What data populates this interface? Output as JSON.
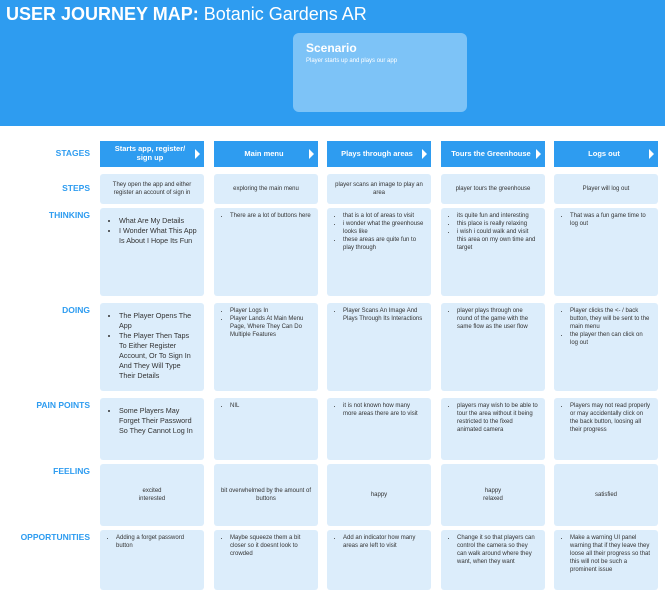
{
  "header": {
    "title_bold": "USER JOURNEY MAP:",
    "title_rest": " Botanic Gardens AR",
    "scenario_heading": "Scenario",
    "scenario_text": "Player starts up and plays our app"
  },
  "row_labels": [
    "STAGES",
    "STEPS",
    "THINKING",
    "DOING",
    "PAIN POINTS",
    "FEELING",
    "OPPORTUNITIES"
  ],
  "stages": [
    "Starts app, register/ sign up",
    "Main menu",
    "Plays through areas",
    "Tours the Greenhouse",
    "Logs out"
  ],
  "steps": [
    "They open the app and either register an account of sign in",
    "exploring the main menu",
    "player scans an image to play an area",
    "player tours the greenhouse",
    "Player will log out"
  ],
  "thinking": [
    [
      "What Are My Details",
      "I Wonder What This App Is About I Hope Its Fun"
    ],
    [
      "There are a lot of buttons here"
    ],
    [
      "that is a lot of areas to visit",
      "i wonder what the greenhouse looks like",
      "these areas are quite fun to play through"
    ],
    [
      "its quite fun and interesting",
      "this place is really relaxing",
      "i wish i could walk and visit this area on my own time and target"
    ],
    [
      "That was a fun game time to log out"
    ]
  ],
  "doing": [
    [
      "The Player Opens The App",
      "The Player Then Taps To Either Register Account, Or To Sign In And They Will Type Their Details"
    ],
    [
      "Player Logs In",
      "Player Lands At Main Menu Page, Where They Can Do Multiple Features"
    ],
    [
      "Player Scans An Image And Plays Through Its Interactions"
    ],
    [
      "player plays through one round of the game with the same flow as the user flow"
    ],
    [
      "Player clicks the <- / back button, they will be sent to the main menu",
      "the player then can click on log out"
    ]
  ],
  "pain_points": [
    [
      "Some Players May Forget Their Password So They Cannot Log In"
    ],
    [
      "NIL"
    ],
    [
      "it is not known how many more areas there are to visit"
    ],
    [
      "players may wish to be able to tour the area without it being restricted to the fixed animated camera"
    ],
    [
      "Players may not read properly or may accidentally click on the back button, loosing all their progress"
    ]
  ],
  "feeling": [
    "excited\ninterested",
    "bit overwhelmed by the amount of buttons",
    "happy",
    "happy\nrelaxed",
    "satisfied"
  ],
  "opportunities": [
    [
      "Adding a forget password button"
    ],
    [
      "Maybe squeeze them a bit closer so it doesnt look to crowded"
    ],
    [
      "Add an indicator how many areas are left to visit"
    ],
    [
      "Change it so that players can control the camera so they can walk around where they want, when they want"
    ],
    [
      "Make a warning UI panel warning that if they leave they loose all their progress so that this will not be such a prominent issue"
    ]
  ]
}
